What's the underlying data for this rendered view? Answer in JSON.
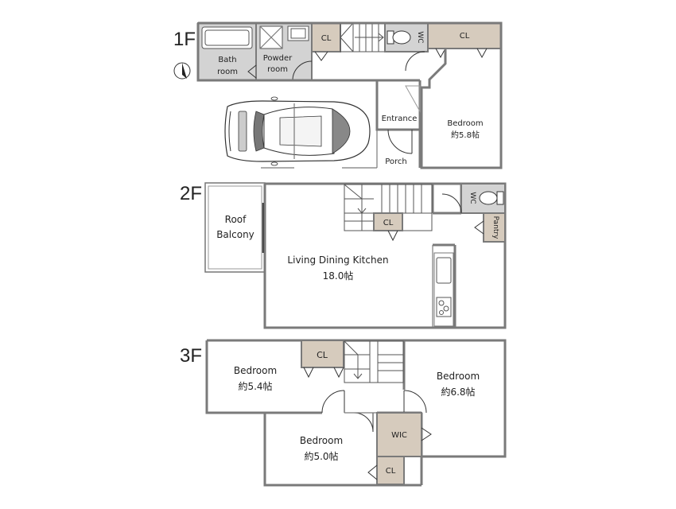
{
  "floors": {
    "f1": {
      "label": "1F",
      "rooms": {
        "bath_line1": "Bath",
        "bath_line2": "room",
        "powder_line1": "Powder",
        "powder_line2": "room",
        "cl1": "CL",
        "wc": "WC",
        "cl2": "CL",
        "entrance": "Entrance",
        "bedroom_name": "Bedroom",
        "bedroom_size": "約5.8帖",
        "porch": "Porch"
      }
    },
    "f2": {
      "label": "2F",
      "rooms": {
        "roof_line1": "Roof",
        "roof_line2": "Balcony",
        "ldk_name": "Living Dining Kitchen",
        "ldk_size": "18.0帖",
        "cl": "CL",
        "wc": "WC",
        "pantry": "Pantry"
      }
    },
    "f3": {
      "label": "3F",
      "rooms": {
        "cl_top": "CL",
        "bedroom_a_name": "Bedroom",
        "bedroom_a_size": "約5.4帖",
        "bedroom_b_name": "Bedroom",
        "bedroom_b_size": "約6.8帖",
        "bedroom_c_name": "Bedroom",
        "bedroom_c_size": "約5.0帖",
        "wic": "WIC",
        "cl_bottom": "CL"
      }
    }
  },
  "colors": {
    "wall": "#7a7a7a",
    "closet": "#d6cbbd",
    "wet_area": "#d3d3d3"
  },
  "icons": [
    "compass-icon",
    "car-icon",
    "bathtub-icon",
    "toilet-icon",
    "sink-icon",
    "stove-icon"
  ]
}
